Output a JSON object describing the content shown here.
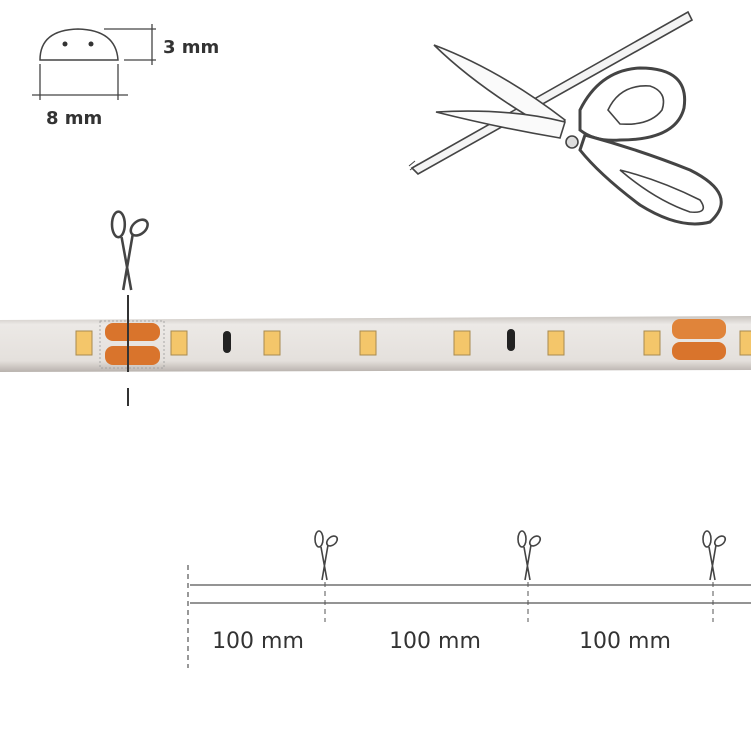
{
  "profile": {
    "height_label": "3 mm",
    "width_label": "8 mm"
  },
  "cut_segments": [
    {
      "label": "100 mm"
    },
    {
      "label": "100 mm"
    },
    {
      "label": "100 mm"
    }
  ],
  "colors": {
    "led": "#f4c66a",
    "pad": "#d9742c",
    "strip": "#e6e2de",
    "line": "#444444"
  },
  "icons": [
    "scissors-icon",
    "cut-line"
  ]
}
